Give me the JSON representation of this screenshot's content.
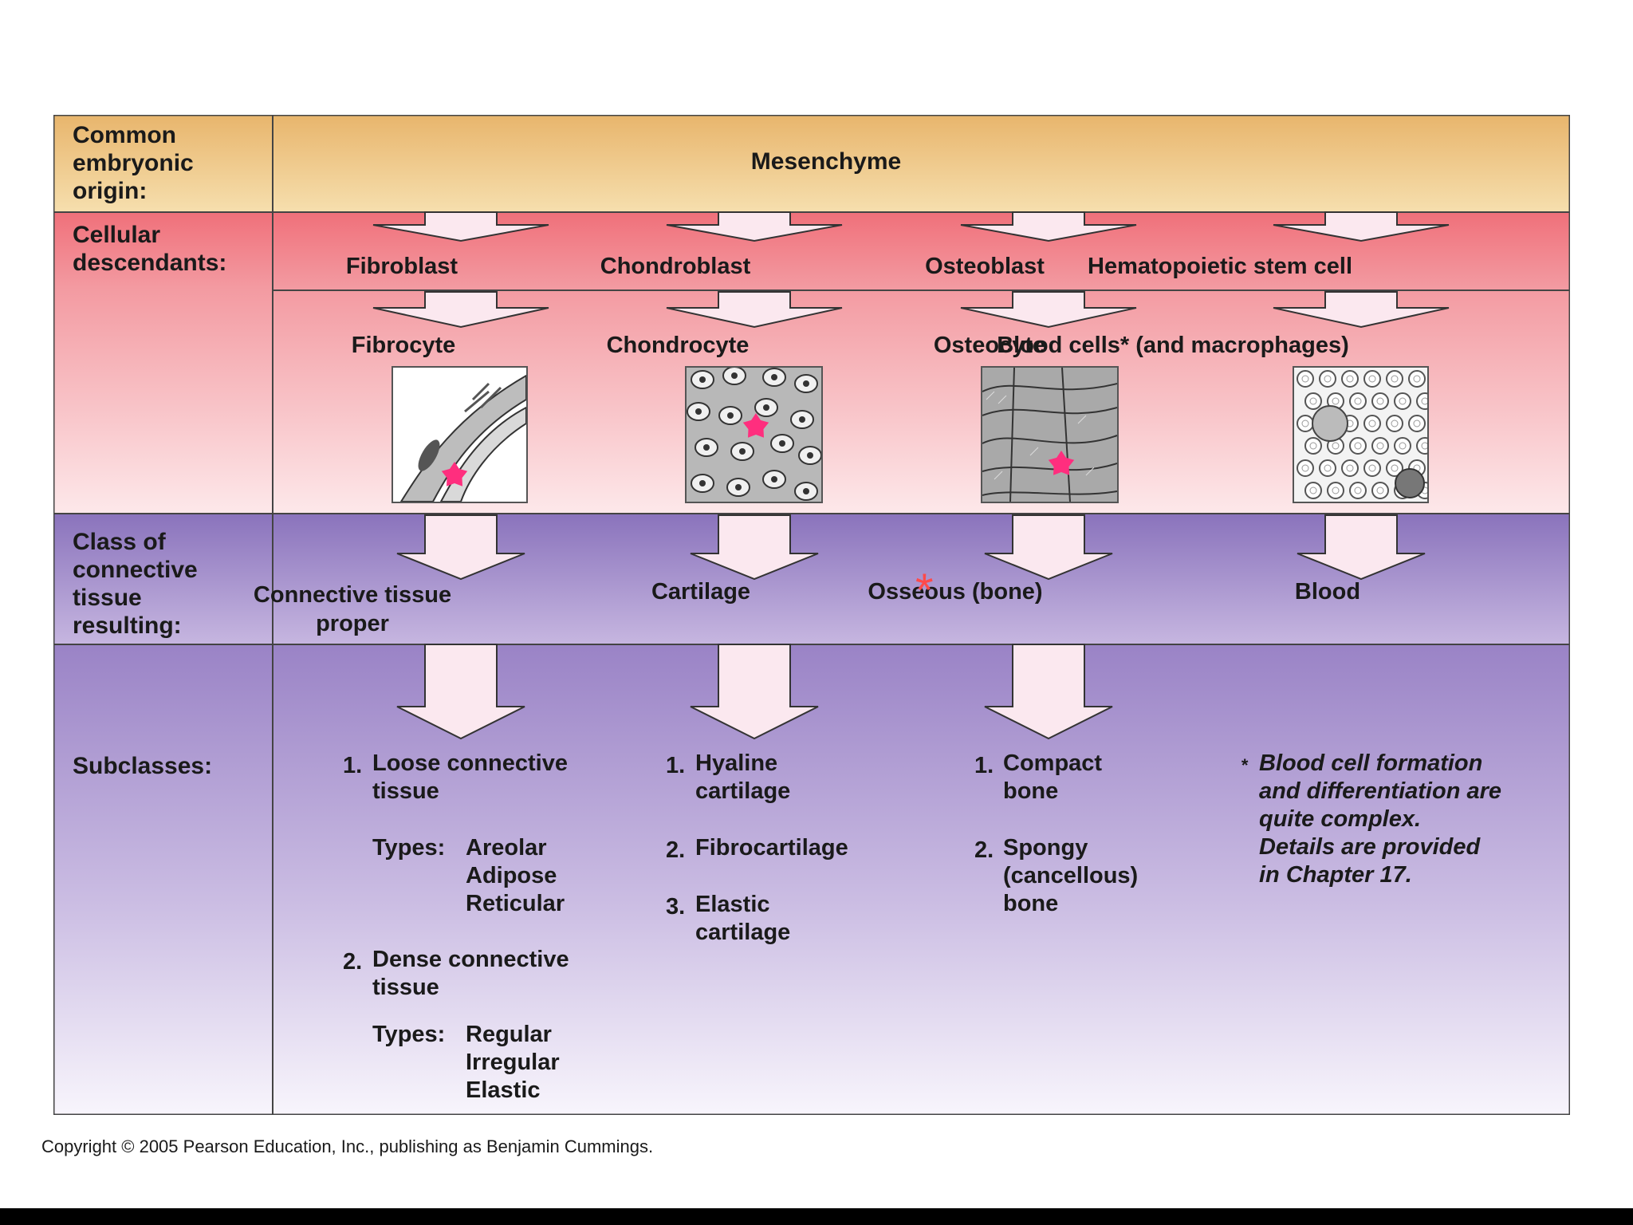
{
  "row_labels": {
    "origin": "Common\nembryonic\norigin:",
    "cellular": "Cellular\ndescendants:",
    "class": "Class of\nconnective\ntissue\nresulting:",
    "subclasses": "Subclasses:"
  },
  "origin_name": "Mesenchyme",
  "blasts": [
    "Fibroblast",
    "Chondroblast",
    "Osteoblast",
    "Hematopoietic stem cell"
  ],
  "mature_cells": [
    "Fibrocyte",
    "Chondrocyte",
    "Osteocyte",
    "Blood cells* (and macrophages)"
  ],
  "classes": [
    "Connective tissue\nproper",
    "Cartilage",
    "Osseous (bone)",
    "Blood"
  ],
  "highlight_mark": "*",
  "subclasses": {
    "ctp": {
      "item1_num": "1.",
      "item1": "Loose connective\ntissue",
      "types_label_1": "Types:",
      "types_1": "Areolar\nAdipose\nReticular",
      "item2_num": "2.",
      "item2": "Dense connective\ntissue",
      "types_label_2": "Types:",
      "types_2": "Regular\nIrregular\nElastic"
    },
    "cartilage": {
      "n1": "1.",
      "i1": "Hyaline\ncartilage",
      "n2": "2.",
      "i2": "Fibrocartilage",
      "n3": "3.",
      "i3": "Elastic\ncartilage"
    },
    "bone": {
      "n1": "1.",
      "i1": "Compact\nbone",
      "n2": "2.",
      "i2": "Spongy\n(cancellous)\nbone"
    },
    "footnote_mark": "*",
    "footnote": "Blood cell formation\nand differentiation are\nquite complex.\nDetails are provided\nin Chapter 17."
  },
  "copyright": "Copyright © 2005 Pearson Education, Inc., publishing as Benjamin Cummings.",
  "colors": {
    "origin_band": "#f0c98a",
    "cellular_band": "#f07a82",
    "class_band": "#9a82c4",
    "arrow_fill": "#fbe8ef",
    "pink_marker": "#ff2e7e",
    "star": "#ff4a4a"
  }
}
